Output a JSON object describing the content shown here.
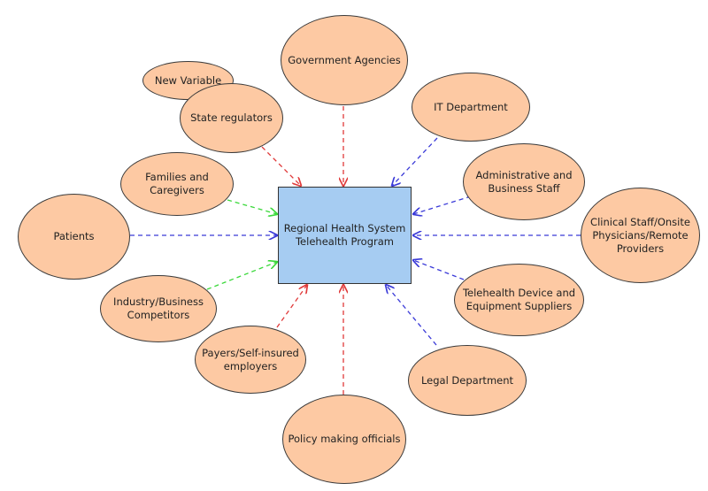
{
  "diagram": {
    "center": {
      "label": "Regional Health System\nTelehealth Program"
    },
    "nodes": [
      {
        "id": "new-variable",
        "label": "New Variable"
      },
      {
        "id": "state-regulators",
        "label": "State regulators"
      },
      {
        "id": "government-agencies",
        "label": "Government Agencies"
      },
      {
        "id": "it-department",
        "label": "IT Department"
      },
      {
        "id": "families-caregivers",
        "label": "Families and\nCaregivers"
      },
      {
        "id": "administrative-staff",
        "label": "Administrative and\nBusiness Staff"
      },
      {
        "id": "patients",
        "label": "Patients"
      },
      {
        "id": "clinical-staff",
        "label": "Clinical Staff/Onsite\nPhysicians/Remote\nProviders"
      },
      {
        "id": "industry-competitors",
        "label": "Industry/Business\nCompetitors"
      },
      {
        "id": "telehealth-suppliers",
        "label": "Telehealth Device and\nEquipment Suppliers"
      },
      {
        "id": "payers",
        "label": "Payers/Self-insured\nemployers"
      },
      {
        "id": "legal-department",
        "label": "Legal Department"
      },
      {
        "id": "policy-officials",
        "label": "Policy making officials"
      }
    ],
    "edges": [
      {
        "from": "state-regulators",
        "color": "#e03a3a"
      },
      {
        "from": "government-agencies",
        "color": "#e03a3a"
      },
      {
        "from": "it-department",
        "color": "#3a3ad8"
      },
      {
        "from": "families-caregivers",
        "color": "#3ad83a"
      },
      {
        "from": "administrative-staff",
        "color": "#3a3ad8"
      },
      {
        "from": "patients",
        "color": "#3a3ad8"
      },
      {
        "from": "clinical-staff",
        "color": "#3a3ad8"
      },
      {
        "from": "industry-competitors",
        "color": "#3ad83a"
      },
      {
        "from": "telehealth-suppliers",
        "color": "#3a3ad8"
      },
      {
        "from": "payers",
        "color": "#e03a3a"
      },
      {
        "from": "policy-officials",
        "color": "#e03a3a"
      },
      {
        "from": "legal-department",
        "color": "#3a3ad8"
      }
    ]
  }
}
